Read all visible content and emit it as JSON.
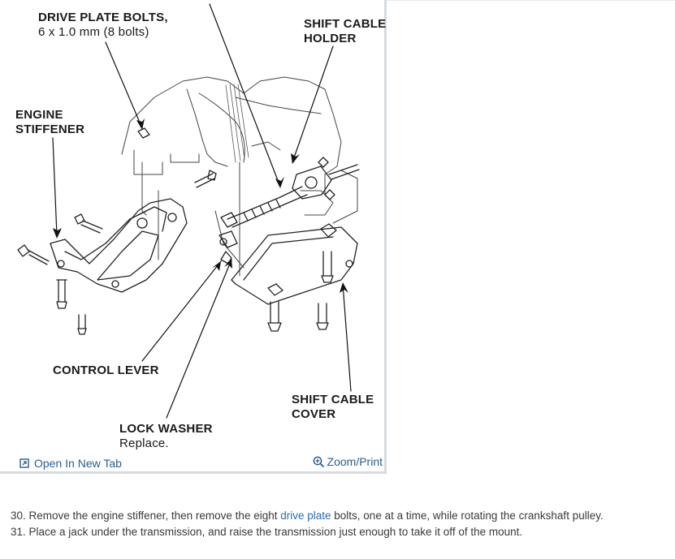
{
  "figure": {
    "labels": {
      "drive_plate_bolts": "DRIVE PLATE BOLTS,",
      "drive_plate_spec": "6 x 1.0 mm (8 bolts)",
      "shift_cable_holder_1": "SHIFT CABLE",
      "shift_cable_holder_2": "HOLDER",
      "engine_stiffener_1": "ENGINE",
      "engine_stiffener_2": "STIFFENER",
      "control_lever": "CONTROL LEVER",
      "shift_cable_cover_1": "SHIFT CABLE",
      "shift_cable_cover_2": "COVER",
      "lock_washer": "LOCK WASHER",
      "lock_washer_note": "Replace."
    },
    "footer": {
      "open_new_tab": "Open In New Tab",
      "open_icon": "open-external-icon",
      "zoom_print": "Zoom/Print",
      "zoom_icon": "magnifier-plus-icon"
    }
  },
  "steps": [
    {
      "number": "30.",
      "before_link": " Remove the engine stiffener, then remove the eight ",
      "link": "drive plate",
      "after_link": " bolts, one at a time, while rotating the crankshaft pulley."
    },
    {
      "number": "31.",
      "text": " Place a jack under the transmission, and raise the transmission just enough to take it off of the mount."
    }
  ],
  "colors": {
    "link": "#2b6cb0",
    "footer_link": "#2b5d8c",
    "card_border": "#d6dbe0"
  }
}
